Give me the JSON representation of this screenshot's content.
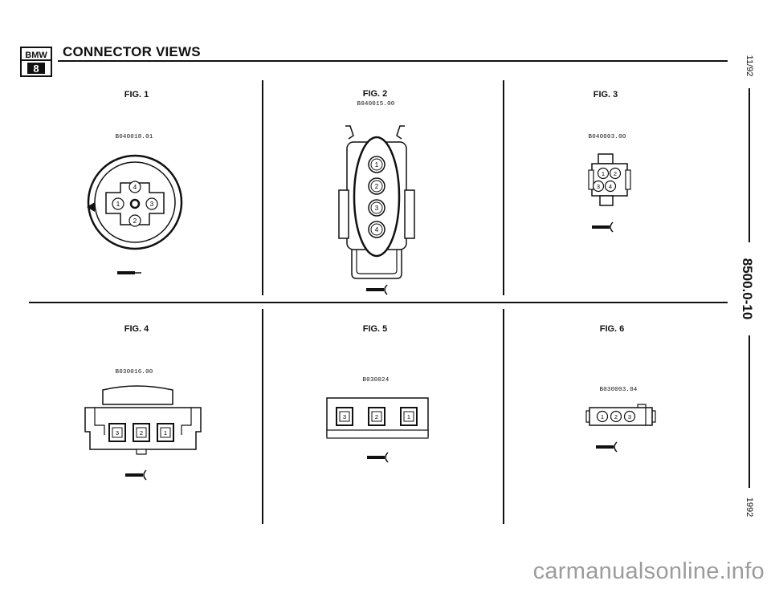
{
  "header": {
    "logo_brand": "BMW",
    "logo_series": "8",
    "title": "CONNECTOR VIEWS"
  },
  "figures": [
    {
      "label": "FIG. 1",
      "part_number": "B040018.01",
      "pins": [
        "1",
        "2",
        "3",
        "4"
      ]
    },
    {
      "label": "FIG. 2",
      "part_number": "B040015.00",
      "pins": [
        "1",
        "2",
        "3",
        "4"
      ]
    },
    {
      "label": "FIG. 3",
      "part_number": "B040003.00",
      "pins": [
        "1",
        "2",
        "3",
        "4"
      ]
    },
    {
      "label": "FIG. 4",
      "part_number": "B030016.00",
      "pins": [
        "3",
        "2",
        "1"
      ]
    },
    {
      "label": "FIG. 5",
      "part_number": "B030024",
      "pins": [
        "3",
        "2",
        "1"
      ]
    },
    {
      "label": "FIG. 6",
      "part_number": "B030003.04",
      "pins": [
        "1",
        "2",
        "3"
      ]
    }
  ],
  "margin": {
    "date": "11/92",
    "page": "8500.0-10",
    "year": "1992"
  },
  "watermark": "carmanualsonline.info",
  "colors": {
    "ink": "#111111",
    "watermark": "#9c9c9c",
    "paper": "#ffffff"
  }
}
